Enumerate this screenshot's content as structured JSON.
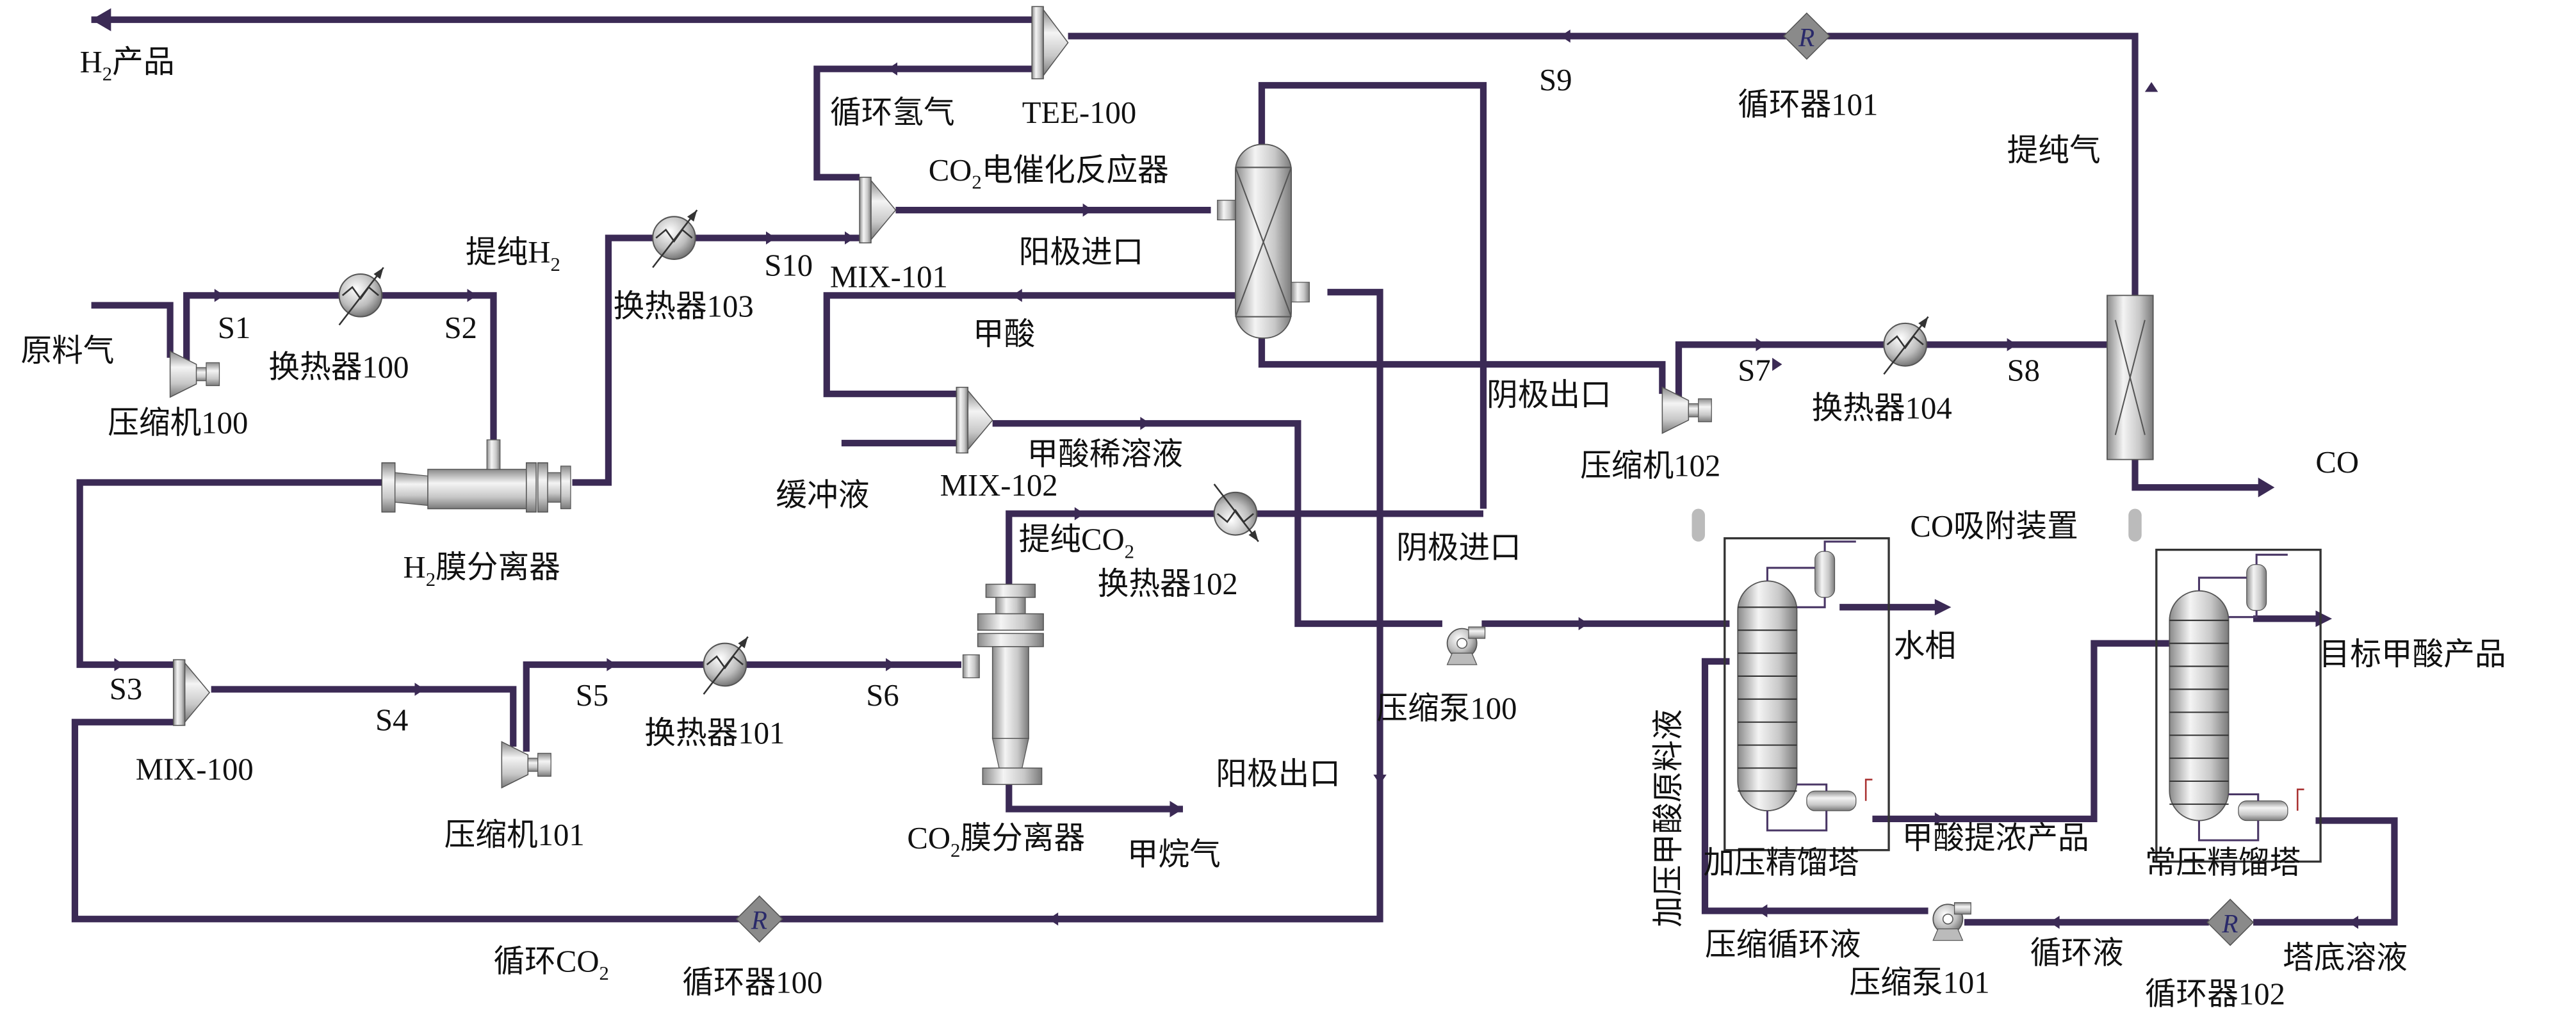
{
  "title": "CO2电催化制甲酸及CO/H2联产工艺流程图",
  "colors": {
    "pipe": "#3b2a55",
    "recycle_fill": "#8a8a8a",
    "recycle_letter": "#2a2a6a"
  },
  "streams": {
    "feed_gas": "原料气",
    "s1": "S1",
    "s2": "S2",
    "s3": "S3",
    "s4": "S4",
    "s5": "S5",
    "s6": "S6",
    "s7": "S7",
    "s8": "S8",
    "s9": "S9",
    "s10": "S10",
    "h2_product_main": "H",
    "h2_product_sub": "2",
    "h2_product_tail": "产品",
    "purified_h2_main": "提纯H",
    "purified_h2_sub": "2",
    "recycle_h2": "循环氢气",
    "anode_inlet": "阳极进口",
    "formic_acid": "甲酸",
    "buffer": "缓冲液",
    "dilute_formic": "甲酸稀溶液",
    "purified_co2_main": "提纯CO",
    "purified_co2_sub": "2",
    "cathode_inlet": "阴极进口",
    "cathode_outlet": "阴极出口",
    "anode_outlet": "阳极出口",
    "methane": "甲烷气",
    "recycle_co2_main": "循环CO",
    "recycle_co2_sub": "2",
    "purified_gas": "提纯气",
    "co": "CO",
    "water_phase": "水相",
    "target_formic": "目标甲酸产品",
    "pressurized_feed": "加压甲酸原料液",
    "concentrated_formic": "甲酸提浓产品",
    "compressed_recycle": "压缩循环液",
    "recycle_liquid": "循环液",
    "bottom_solution": "塔底溶液"
  },
  "units": {
    "compressor100": "压缩机100",
    "compressor101": "压缩机101",
    "compressor102": "压缩机102",
    "hx100": "换热器100",
    "hx101": "换热器101",
    "hx102": "换热器102",
    "hx103": "换热器103",
    "hx104": "换热器104",
    "h2_membrane_main": "H",
    "h2_membrane_sub": "2",
    "h2_membrane_tail": "膜分离器",
    "co2_membrane_main": "CO",
    "co2_membrane_sub": "2",
    "co2_membrane_tail": "膜分离器",
    "reactor_main": "CO",
    "reactor_sub": "2",
    "reactor_tail": "电催化反应器",
    "mix100": "MIX-100",
    "mix101": "MIX-101",
    "mix102": "MIX-102",
    "tee100": "TEE-100",
    "recycler100": "循环器100",
    "recycler101": "循环器101",
    "recycler102": "循环器102",
    "recycle_symbol": "R",
    "pump100": "压缩泵100",
    "pump101": "压缩泵101",
    "co_adsorber": "CO吸附装置",
    "pressure_column": "加压精馏塔",
    "atm_column": "常压精馏塔"
  }
}
